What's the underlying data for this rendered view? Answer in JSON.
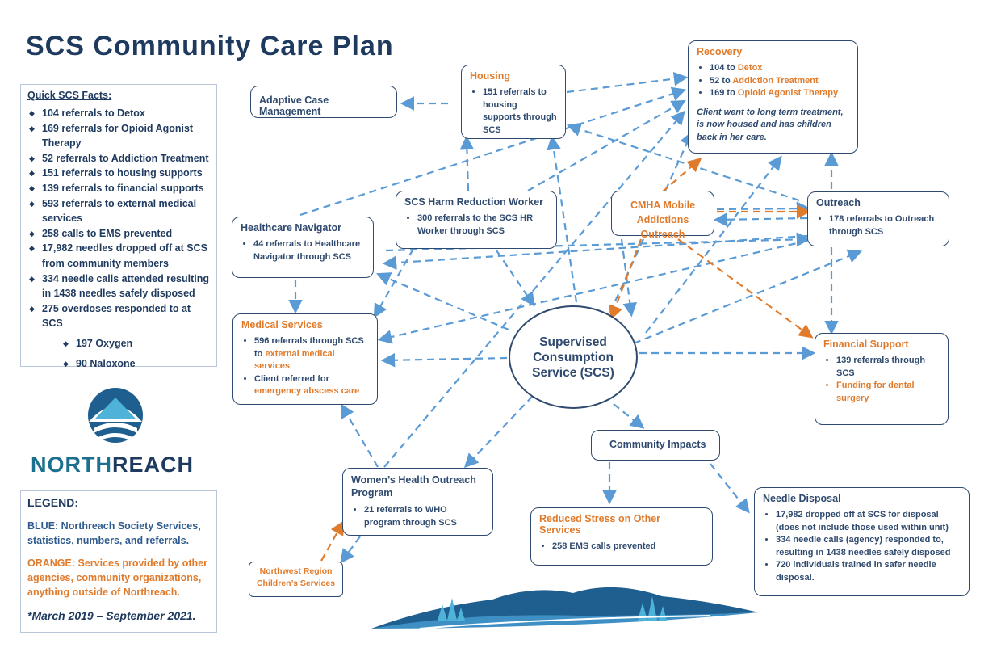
{
  "title": "SCS Community Care Plan",
  "facts": {
    "heading": "Quick SCS Facts:",
    "items": [
      "104 referrals to Detox",
      "169 referrals for Opioid Agonist Therapy",
      "52 referrals to Addiction Treatment",
      "151 referrals to housing supports",
      "139 referrals to financial supports",
      "593 referrals to external medical services",
      "258 calls to EMS prevented",
      "17,982 needles dropped off at SCS from community members",
      "334 needle calls attended resulting in 1438 needles safely disposed",
      "275 overdoses responded to at SCS"
    ],
    "sub_items": [
      "197 Oxygen",
      "90 Naloxone"
    ]
  },
  "logo": {
    "brand_a": "NORTH",
    "brand_b": "REACH"
  },
  "legend": {
    "heading": "LEGEND:",
    "blue": "BLUE: Northreach Society Services, statistics, numbers, and referrals.",
    "orange": "ORANGE: Services provided by other agencies, community organizations, anything outside of Northreach.",
    "date": "*March 2019 – September 2021."
  },
  "center": "Supervised Consumption Service (SCS)",
  "nodes": {
    "adaptive": {
      "title": "Adaptive Case Management"
    },
    "housing": {
      "title": "Housing",
      "items": [
        "151 referrals to housing supports through SCS"
      ]
    },
    "recovery": {
      "title": "Recovery",
      "items": [
        {
          "pre": "104 to ",
          "svc": "Detox"
        },
        {
          "pre": "52 to ",
          "svc": "Addiction Treatment"
        },
        {
          "pre": "169 to ",
          "svc": "Opioid Agonist Therapy"
        }
      ],
      "note": "Client went to long term treatment, is now housed and has children back in her care."
    },
    "harm": {
      "title": "SCS Harm Reduction Worker",
      "items": [
        "300 referrals to the SCS HR Worker through SCS"
      ]
    },
    "cmha": {
      "title": "CMHA Mobile Addictions Outreach"
    },
    "outreach": {
      "title": "Outreach",
      "items": [
        "178 referrals to Outreach through SCS"
      ]
    },
    "navigator": {
      "title": "Healthcare Navigator",
      "items": [
        "44 referrals to Healthcare Navigator through SCS"
      ]
    },
    "medical": {
      "title": "Medical Services",
      "item1_pre": "596 referrals through SCS to ",
      "item1_svc": "external medical services",
      "item2_pre": "Client referred for ",
      "item2_svc": "emergency abscess care"
    },
    "financial": {
      "title": "Financial Support",
      "item1": "139 referrals through SCS",
      "item2": "Funding for dental surgery"
    },
    "community": {
      "title": "Community Impacts"
    },
    "womens": {
      "title": "Women’s Health Outreach Program",
      "items": [
        "21 referrals to WHO program through SCS"
      ]
    },
    "stress": {
      "title": "Reduced Stress on Other Services",
      "items": [
        "258 EMS calls prevented"
      ]
    },
    "needle": {
      "title": "Needle Disposal",
      "items": [
        "17,982 dropped off at SCS for disposal (does not include those used within unit)",
        "334 needle calls (agency) responded to, resulting in 1438 needles safely disposed",
        "720 individuals trained in safer needle disposal."
      ]
    },
    "nwr": {
      "title": "Northwest Region Children’s Services"
    }
  },
  "colors": {
    "navy": "#1f3a5f",
    "blue_arrow": "#5b9bd5",
    "orange": "#e07b2c"
  },
  "icons": [
    "mountain-logo-icon",
    "mountain-trees-icon"
  ]
}
